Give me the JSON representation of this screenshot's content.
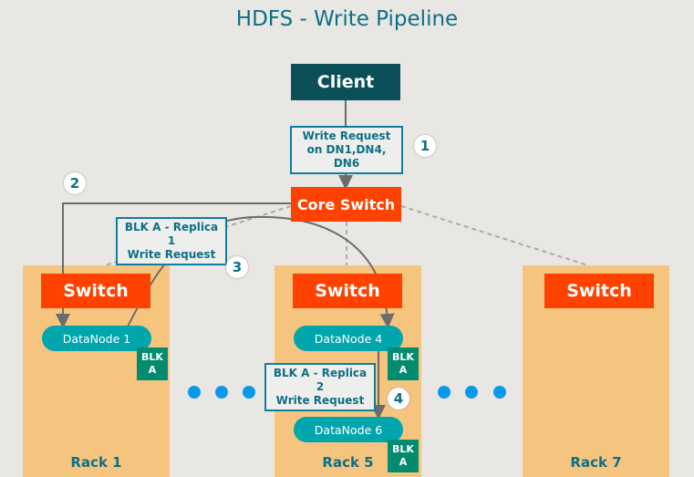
{
  "title": "HDFS - Write Pipeline",
  "client": {
    "label": "Client"
  },
  "core_switch": {
    "label": "Core Switch"
  },
  "labels": {
    "write_request": [
      "Write Request",
      "on DN1,DN4, DN6"
    ],
    "replica1": [
      "BLK A - Replica 1",
      "Write Request"
    ],
    "replica2": [
      "BLK A - Replica 2",
      "Write Request"
    ]
  },
  "steps": [
    "1",
    "2",
    "3",
    "4"
  ],
  "racks": [
    {
      "name": "Rack 1",
      "switch": "Switch",
      "datanodes": [
        "DataNode 1"
      ]
    },
    {
      "name": "Rack 5",
      "switch": "Switch",
      "datanodes": [
        "DataNode 4",
        "DataNode 6"
      ]
    },
    {
      "name": "Rack 7",
      "switch": "Switch",
      "datanodes": []
    }
  ],
  "block": {
    "line1": "BLK",
    "line2": "A"
  },
  "colors": {
    "title": "#0e6f86",
    "client": "#0b4f59",
    "switch": "#ff4200",
    "rack": "#f5c580",
    "datanode": "#00a6ac",
    "block": "#028b6e",
    "dots": "#0899ea"
  }
}
